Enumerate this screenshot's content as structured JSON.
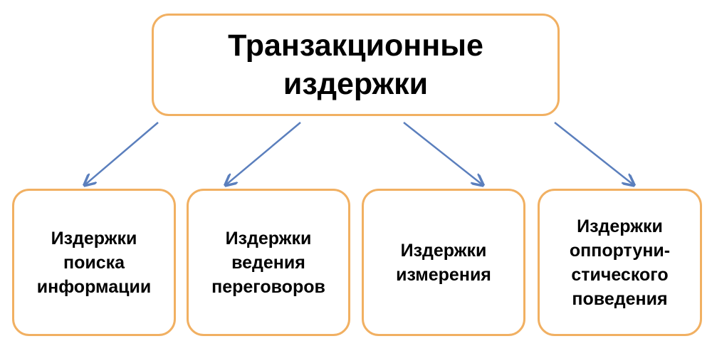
{
  "root": {
    "label": "Транзакционные\nиздержки"
  },
  "children": [
    {
      "label": "Издержки\nпоиска\nинформации"
    },
    {
      "label": "Издержки\nведения\nпереговоров"
    },
    {
      "label": "Издержки\nизмерения"
    },
    {
      "label": "Издержки\nоппортуни-\nстического\nповедения"
    }
  ],
  "colors": {
    "box_border": "#f1b062",
    "arrow": "#5b7fbd",
    "text": "#000000",
    "background": "#ffffff"
  }
}
